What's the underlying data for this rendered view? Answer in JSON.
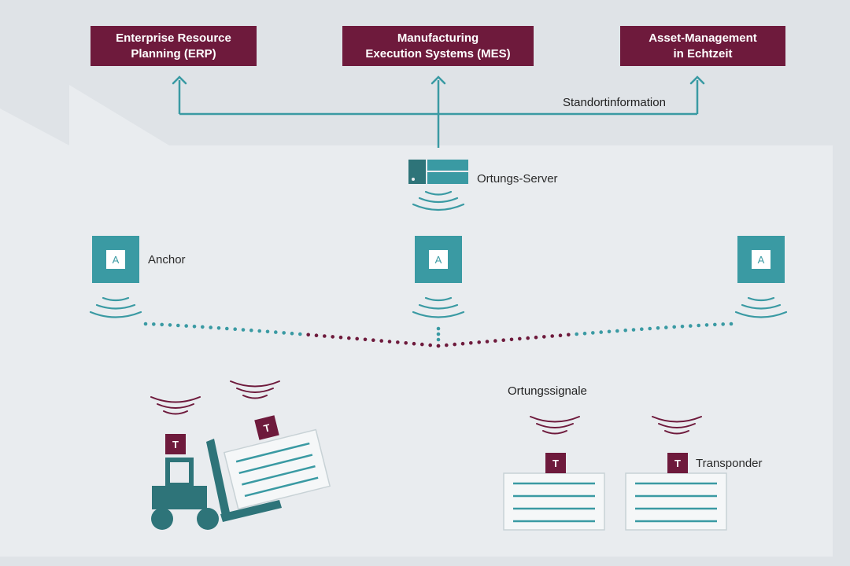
{
  "systems": [
    {
      "line1": "Enterprise Resource",
      "line2": "Planning (ERP)"
    },
    {
      "line1": "Manufacturing",
      "line2": "Execution Systems (MES)"
    },
    {
      "line1": "Asset-Management",
      "line2": "in Echtzeit"
    }
  ],
  "labels": {
    "standortinformation": "Standortinformation",
    "server": "Ortungs-Server",
    "anchor": "Anchor",
    "ortungssignale": "Ortungssignale",
    "transponder": "Transponder"
  },
  "glyphs": {
    "anchor": "A",
    "tag": "T"
  },
  "colors": {
    "background_outer": "#dfe3e7",
    "background_building": "#e9ecef",
    "teal": "#3a9aa3",
    "dark_teal": "#2e7479",
    "maroon": "#6e1a3c"
  }
}
